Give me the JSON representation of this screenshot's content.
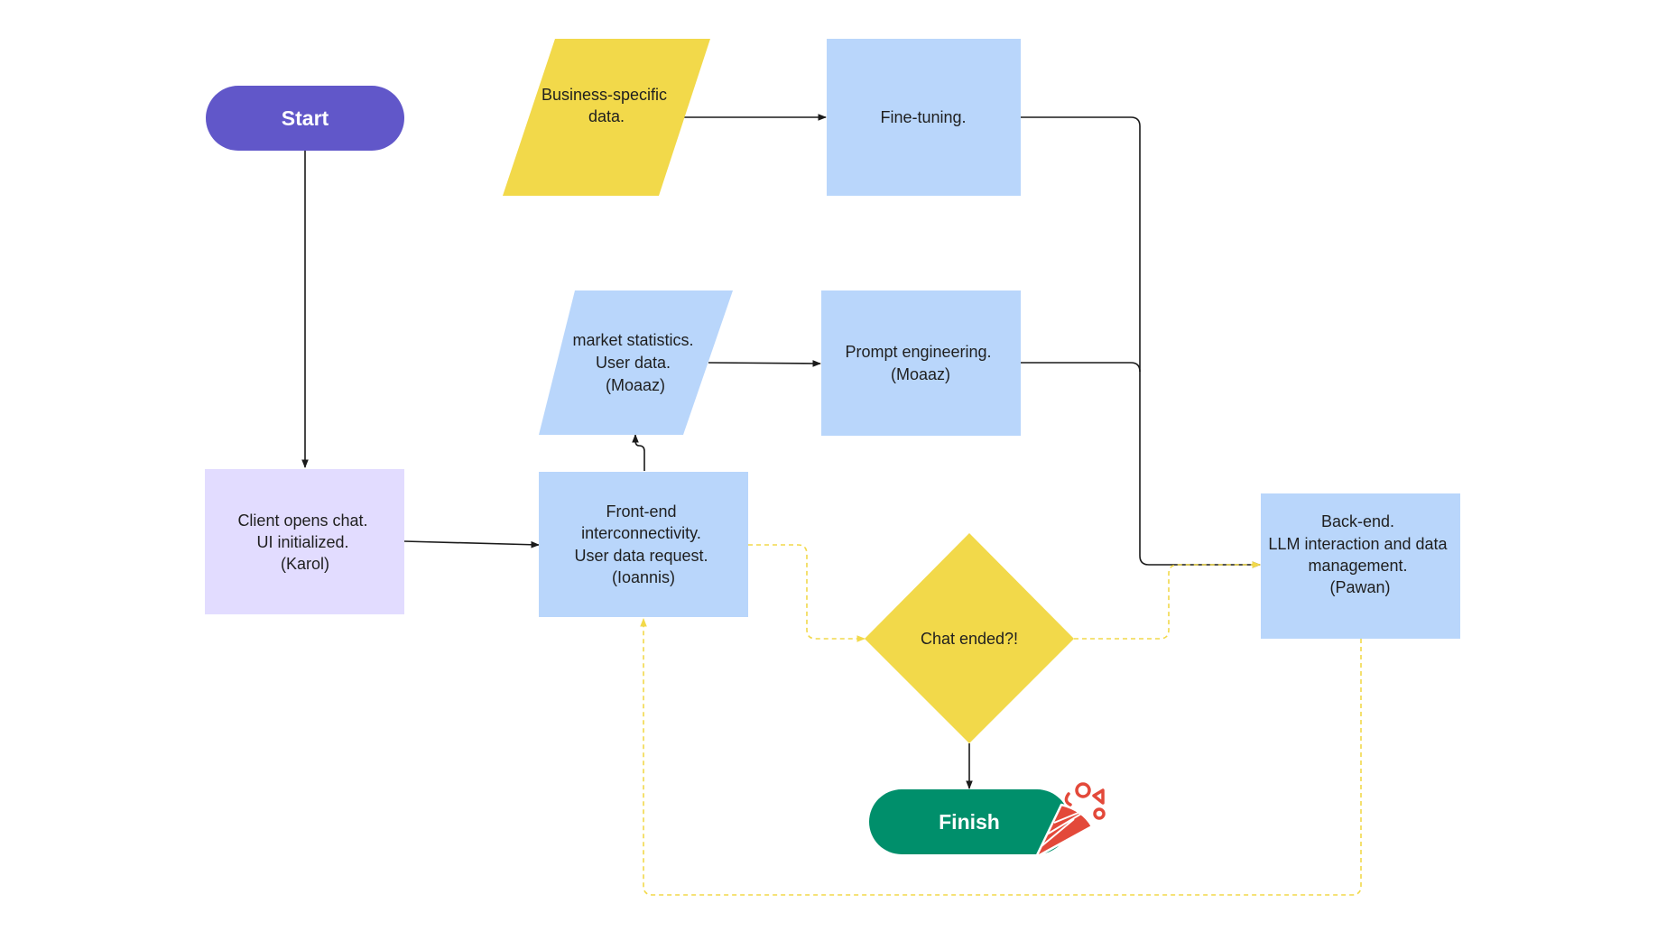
{
  "colors": {
    "start": "#6157c9",
    "finish": "#008f6b",
    "process_blue": "#b9d6fb",
    "process_lavender": "#e2dcff",
    "data_yellow": "#f2d94a",
    "decision_yellow": "#f2d94a",
    "connector": "#1a1a1a",
    "dashed_connector": "#f2d94a",
    "party_icon": "#e3493a"
  },
  "nodes": {
    "start": {
      "lines": [
        "Start"
      ]
    },
    "business_data": {
      "lines": [
        "Business-specific",
        "data."
      ]
    },
    "fine_tuning": {
      "lines": [
        "Fine-tuning."
      ]
    },
    "market_data": {
      "lines": [
        "market statistics.",
        "User data.",
        "(Moaaz)"
      ]
    },
    "prompt_engineering": {
      "lines": [
        "Prompt engineering.",
        "(Moaaz)"
      ]
    },
    "client": {
      "lines": [
        "Client opens chat.",
        "UI initialized.",
        "(Karol)"
      ]
    },
    "frontend": {
      "lines": [
        "Front-end",
        "interconnectivity.",
        "User data request.",
        "(Ioannis)"
      ]
    },
    "backend": {
      "lines": [
        "Back-end.",
        "LLM interaction and data",
        "management.",
        "(Pawan)"
      ]
    },
    "decision": {
      "lines": [
        "Chat ended?!"
      ]
    },
    "finish": {
      "lines": [
        "Finish"
      ]
    }
  },
  "icons": {
    "finish_decoration": "party-popper-icon"
  }
}
